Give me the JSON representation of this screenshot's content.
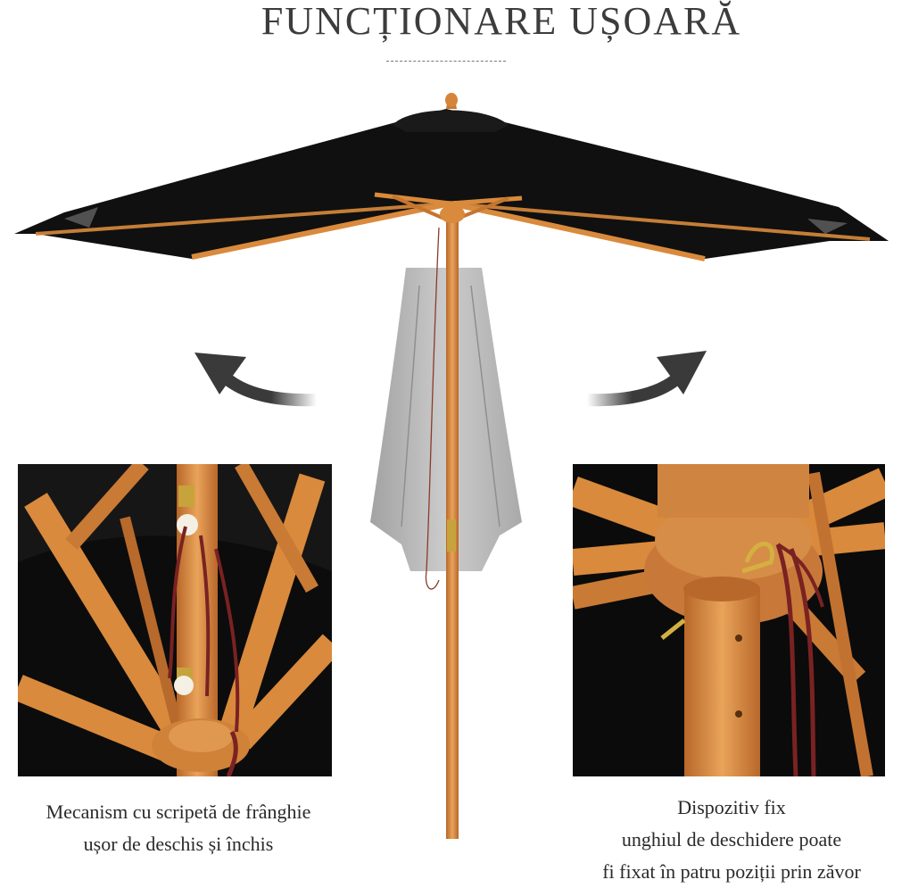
{
  "title": "FUNCȚIONARE UȘOARĂ",
  "left_caption": {
    "line1": "Mecanism cu scripetă de frânghie",
    "line2": "ușor de deschis și închis"
  },
  "right_caption": {
    "line1": "Dispozitiv fix",
    "line2": "unghiul de deschidere poate",
    "line3": "fi fixat în patru poziții prin zăvor"
  },
  "colors": {
    "canopy": "#111111",
    "wood": "#d98a3c",
    "arrow": "#3a3a3a",
    "closed_canopy": "#b5b5b5"
  },
  "icons": {
    "left_arrow": "curved-arrow-left-icon",
    "right_arrow": "curved-arrow-right-icon"
  }
}
